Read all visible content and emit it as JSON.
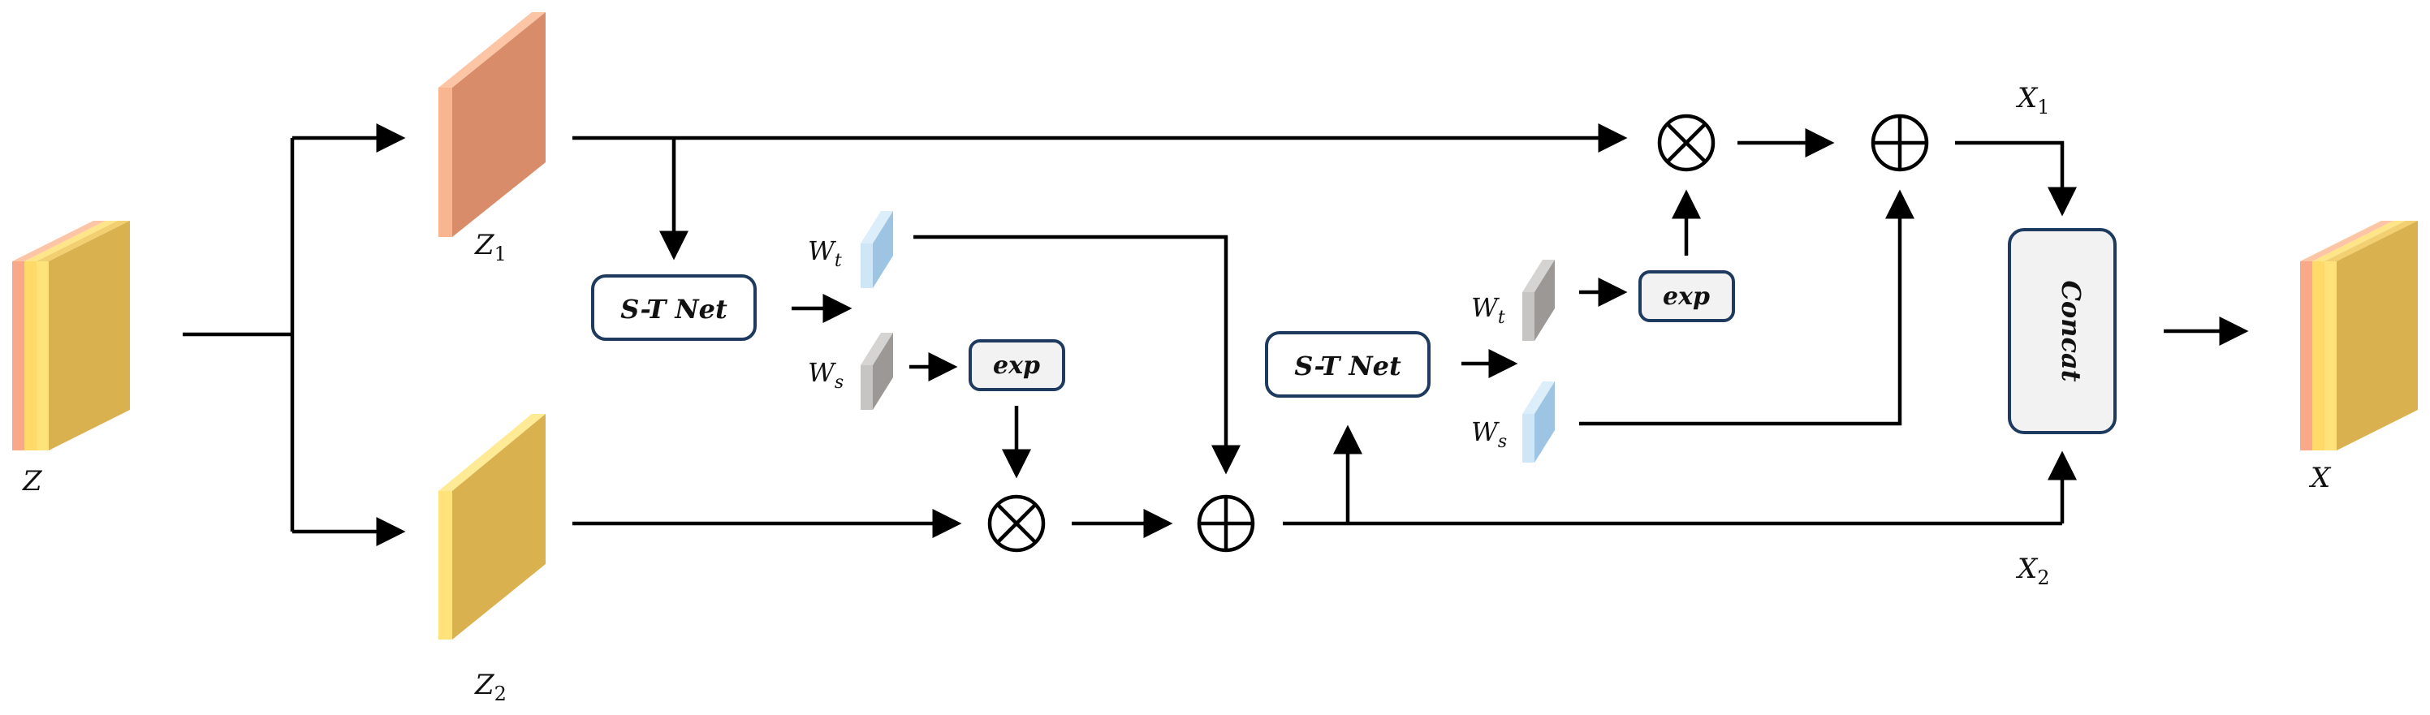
{
  "labels": {
    "z": "Z",
    "z1": "Z",
    "z1_sub": "1",
    "z2": "Z",
    "z2_sub": "2",
    "x": "X",
    "x1": "X",
    "x1_sub": "1",
    "x2": "X",
    "x2_sub": "2",
    "wt_a": "W",
    "wt_a_sub": "t",
    "ws_a": "W",
    "ws_a_sub": "s",
    "wt_b": "W",
    "wt_b_sub": "t",
    "ws_b": "W",
    "ws_b_sub": "s"
  },
  "boxes": {
    "st_net_1": "S-T Net",
    "st_net_2": "S-T Net",
    "exp_1": "exp",
    "exp_2": "exp",
    "concat": "Concat"
  },
  "colors": {
    "orange_front": "#F9B58F",
    "orange_face": "#D98C6A",
    "yellow_front": "#FFE27A",
    "yellow_face": "#D9B14F",
    "blue_front": "#CFE6F6",
    "blue_face": "#9DC4E2",
    "gray_front": "#C7C5C3",
    "gray_face": "#9B9896",
    "box_stroke": "#1F3A5F",
    "box_fill": "#F2F2F2"
  },
  "icons": [
    "multiply-circle-icon",
    "add-circle-icon",
    "arrow-icon"
  ]
}
